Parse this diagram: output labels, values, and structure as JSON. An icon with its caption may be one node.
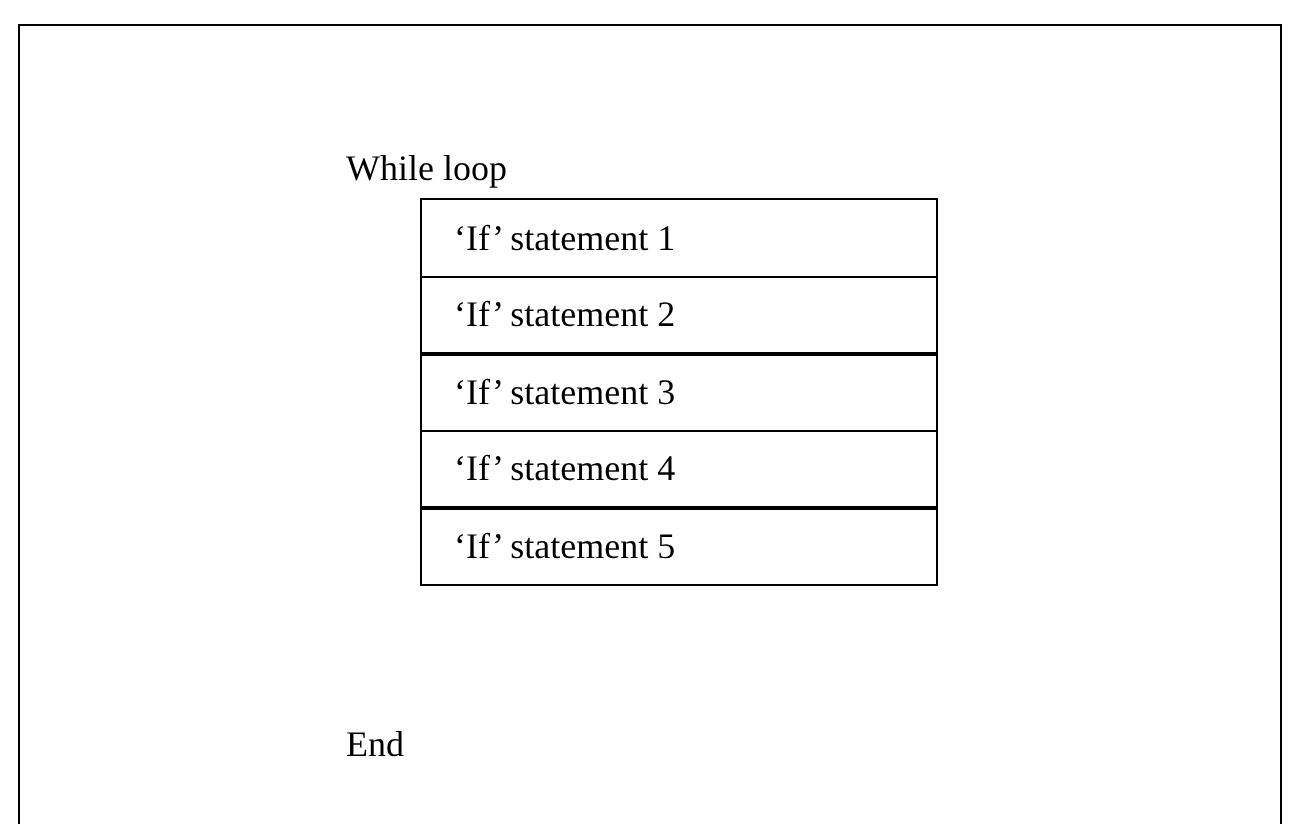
{
  "diagram": {
    "nodes": [
      {
        "text": [
          "While loop",
          "End"
        ]
      },
      {
        "text": [
          "‘If’ statement 1"
        ],
        "in": 0
      },
      {
        "text": [
          "‘If’ statement 2"
        ],
        "in": 0
      },
      {
        "text": [
          "‘If’ statement 3"
        ],
        "in": 0
      },
      {
        "text": [
          "‘If’ statement 4"
        ],
        "in": 0
      },
      {
        "text": [
          "‘If’ statement 5"
        ],
        "in": 0
      }
    ]
  }
}
